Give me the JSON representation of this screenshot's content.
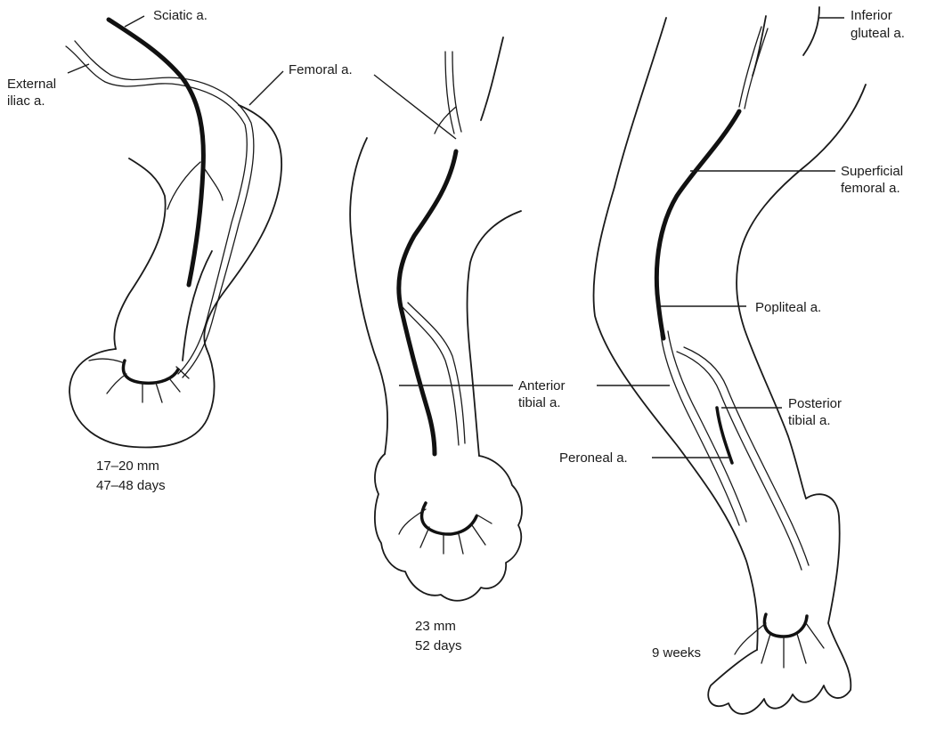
{
  "labels": {
    "sciatic": "Sciatic a.",
    "external_iliac_1": "External",
    "external_iliac_2": "iliac a.",
    "femoral": "Femoral a.",
    "inferior_gluteal_1": "Inferior",
    "inferior_gluteal_2": "gluteal a.",
    "superficial_femoral_1": "Superficial",
    "superficial_femoral_2": "femoral a.",
    "popliteal": "Popliteal a.",
    "anterior_tibial_1": "Anterior",
    "anterior_tibial_2": "tibial a.",
    "posterior_tibial_1": "Posterior",
    "posterior_tibial_2": "tibial a.",
    "peroneal": "Peroneal a."
  },
  "stages": [
    {
      "size": "17–20 mm",
      "age": "47–48 days"
    },
    {
      "size": "23 mm",
      "age": "52 days"
    },
    {
      "size": "9 weeks",
      "age": ""
    }
  ]
}
